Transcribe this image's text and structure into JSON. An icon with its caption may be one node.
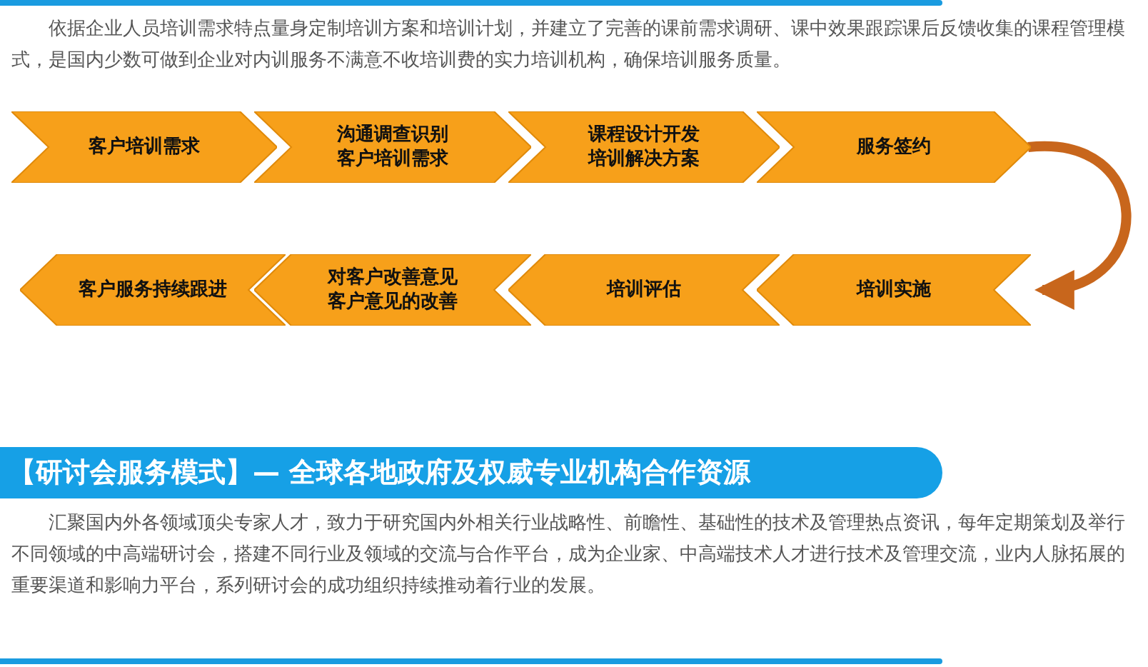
{
  "diagram": {
    "nodes": [
      {
        "text": [
          "客户培训需求"
        ]
      },
      {
        "text": [
          "沟通调查识别客户培训需求"
        ]
      },
      {
        "text": [
          "课程设计开发培训解决方案"
        ]
      },
      {
        "text": [
          "服务签约"
        ]
      },
      {
        "text": [
          "培训实施"
        ]
      },
      {
        "text": [
          "培训评估"
        ]
      },
      {
        "text": [
          "对客户改善意见客户意见的改善"
        ]
      },
      {
        "text": [
          "客户服务持续跟进"
        ]
      }
    ],
    "edges": [
      {
        "from": 3,
        "to": 4,
        "arrow": "to",
        "color": "#c8661c"
      }
    ],
    "labels": [
      "依据企业人员培训需求特点量身定制培训方案和培训计划，并建立了完善的课前需求调研、课中效果跟踪课后反馈收集的课程管理模式，是国内少数可做到企业对内训服务不满意不收培训费的实力培训机构，确保培训服务质量。",
      "【研讨会服务模式】— 全球各地政府及权威专业机构合作资源",
      "汇聚国内外各领域顶尖专家人才，致力于研究国内外相关行业战略性、前瞻性、基础性的技术及管理热点资讯，每年定期策划及举行不同领域的中高端研讨会，搭建不同行业及领域的交流与合作平台，成为企业家、中高端技术人才进行技术及管理交流，业内人脉拓展的重要渠道和影响力平台，系列研讨会的成功组织持续推动着行业的发展。"
    ]
  }
}
